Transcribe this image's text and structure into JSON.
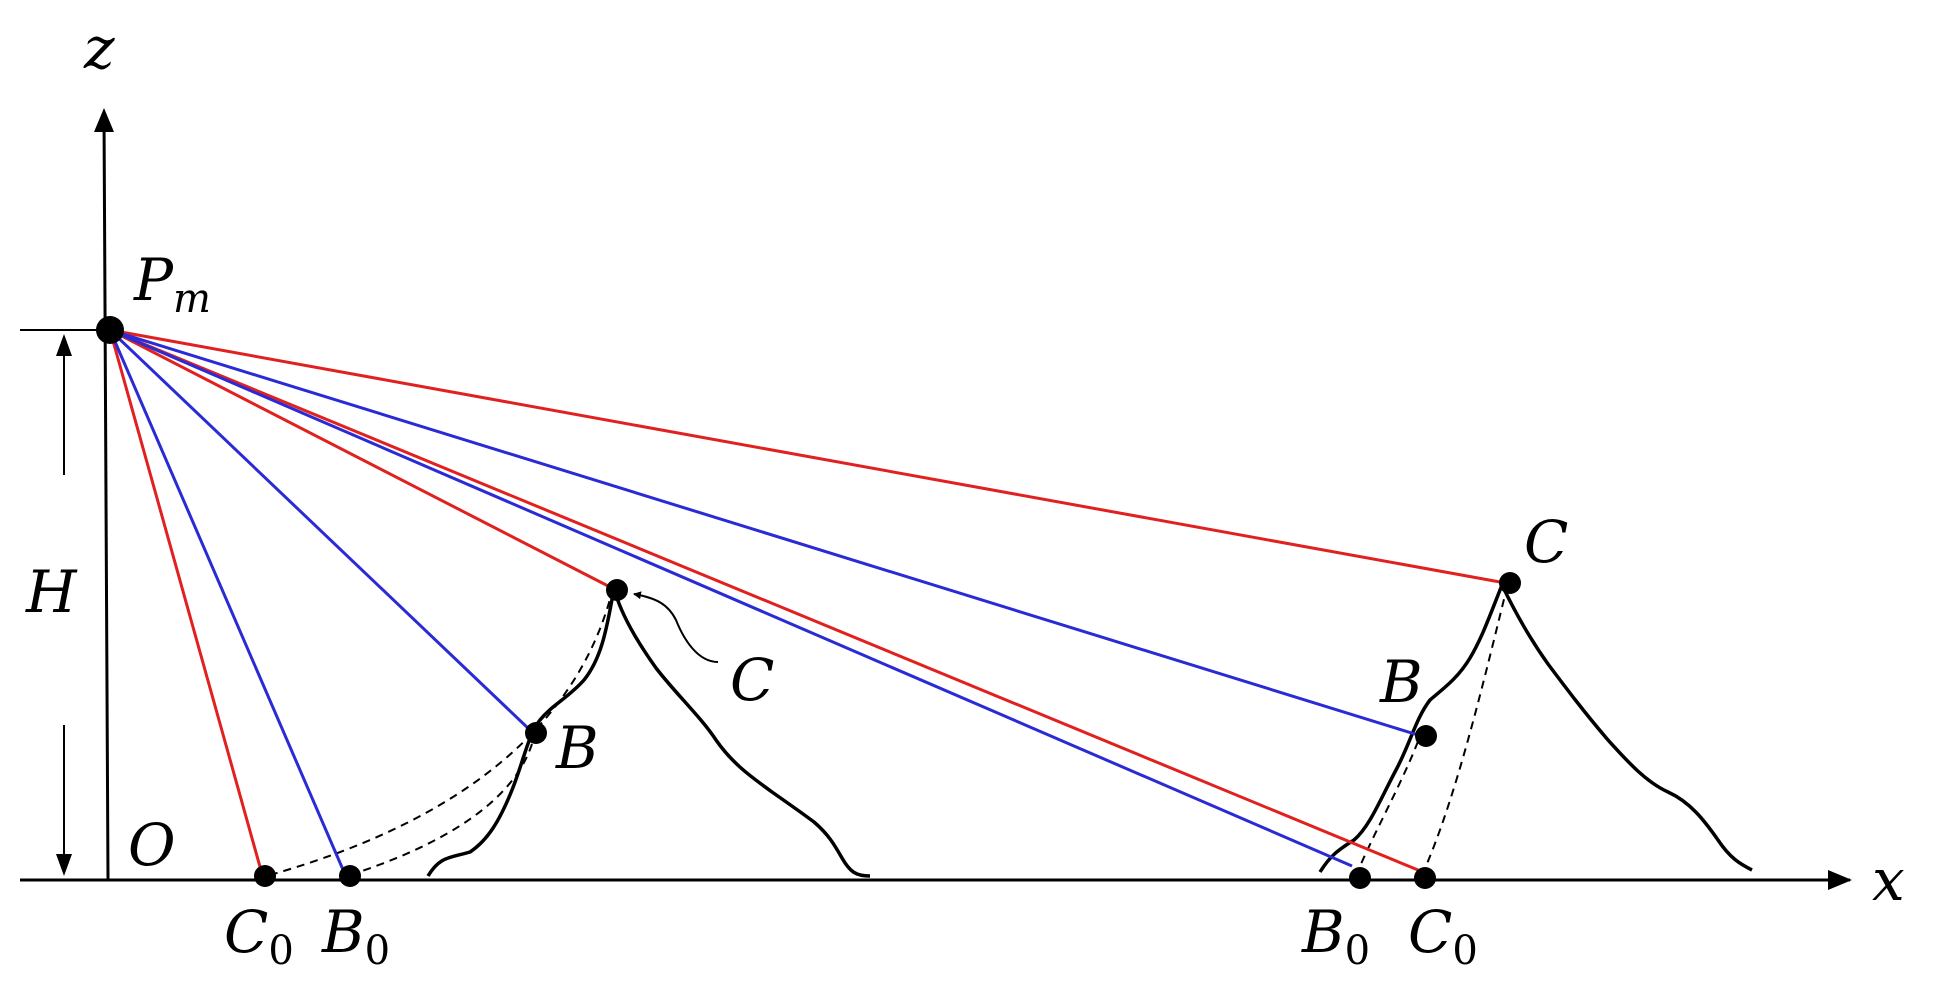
{
  "labels": {
    "z_axis": "z",
    "x_axis": "x",
    "origin": "O",
    "height": "H",
    "source_point": "P",
    "source_sub": "m",
    "left_peak": "C",
    "left_mid": "B",
    "right_peak": "C",
    "right_mid": "B",
    "c0_main": "C",
    "b0_main": "B",
    "zero_sub": "0"
  },
  "colors": {
    "axis": "#000000",
    "ray_red": "#e0211f",
    "ray_blue": "#2b2bd6",
    "terrain": "#000000"
  }
}
